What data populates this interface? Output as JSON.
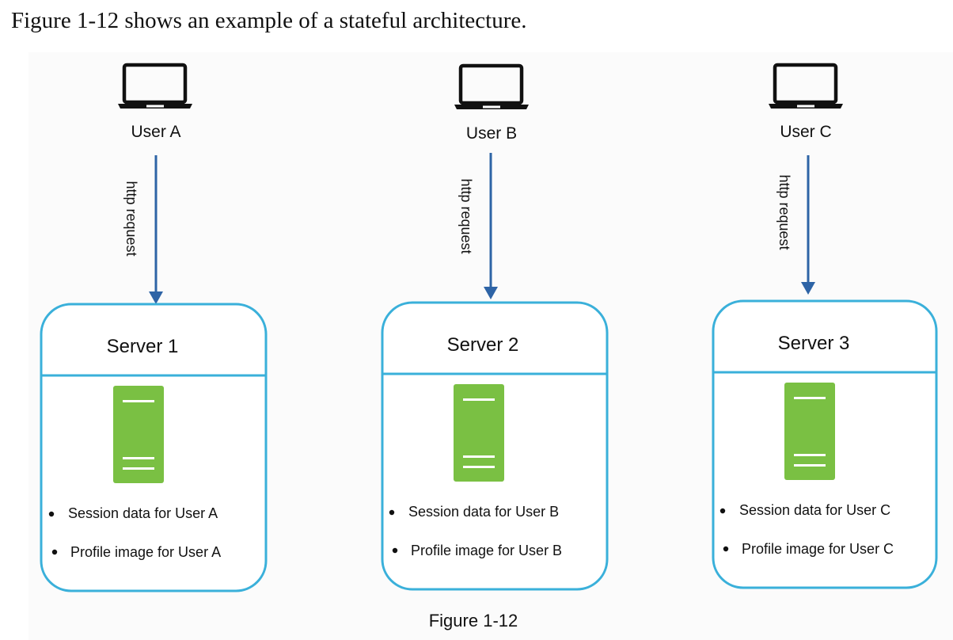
{
  "intro_text": "Figure 1-12 shows an example of a stateful architecture.",
  "caption": "Figure 1-12",
  "colors": {
    "server_border": "#3ab0da",
    "arrow": "#2e64a6",
    "server_icon": "#7ac043",
    "laptop": "#111111"
  },
  "columns": [
    {
      "user_label": "User A",
      "request_label": "http request",
      "server_label": "Server 1",
      "items": [
        "Session data for User A",
        "Profile image for User A"
      ]
    },
    {
      "user_label": "User B",
      "request_label": "http request",
      "server_label": "Server 2",
      "items": [
        "Session data for User B",
        "Profile image for User B"
      ]
    },
    {
      "user_label": "User C",
      "request_label": "http request",
      "server_label": "Server 3",
      "items": [
        "Session data for User C",
        "Profile image for User C"
      ]
    }
  ]
}
